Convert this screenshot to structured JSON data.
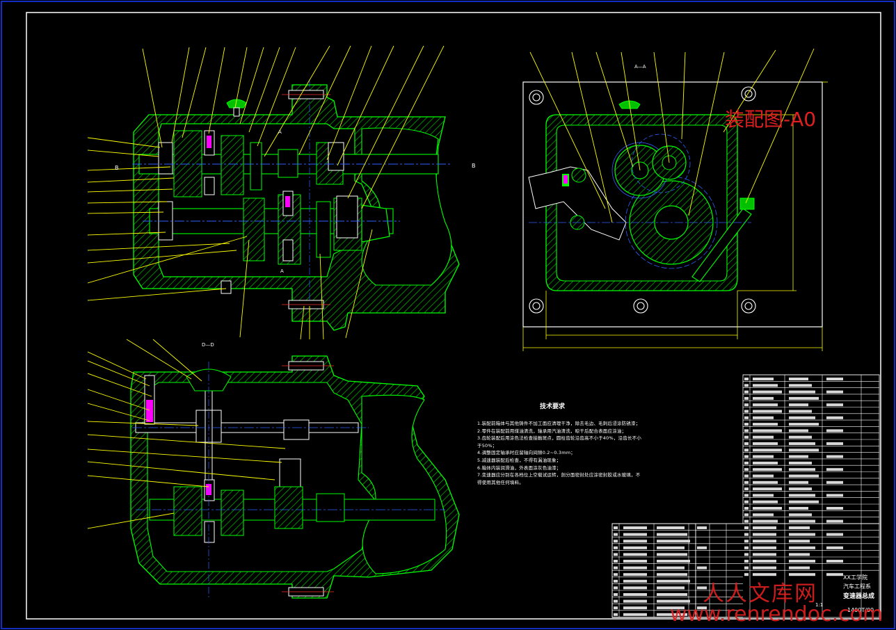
{
  "title_red": "装配图-A0",
  "watermark_cn": "人人文库网",
  "watermark_url": "www.renrendoc.com",
  "section_labels": {
    "aa": "A—A",
    "dd": "D—D"
  },
  "tech_requirements": {
    "title": "技术要求",
    "items": [
      "1.装配前箱体与其他铸件不加工面应清理干净，除去毛边、毛刺后浸涂防锈漆；",
      "2.零件在装配前用煤油清洗，轴承用汽油清洗，晾干后配合表面应涂油；",
      "3.齿轮装配后用涂色法检查接触斑点，圆柱齿轮沿齿高不小于40%，沿齿长不小于50%；",
      "4.调整固定轴承时应留轴向间隙0.2~0.3mm；",
      "5.减速器装配后检查，不得有漏油现象；",
      "6.箱体内装润滑油，外表面涂灰色油漆；",
      "7.变速器应分别在各档位上空载试运转，剖分面密封处应涂密封胶或水玻璃，不得使用其他任何填料。"
    ]
  },
  "title_block": {
    "org1": "XX工学院",
    "org2": "汽车工程系",
    "name": "变速器总成",
    "scale": "1:1",
    "drawing_no": "1400T/00"
  },
  "colors": {
    "outline": "#00ff00",
    "hatch": "#00c000",
    "center": "#3060ff",
    "leader": "#ffff00",
    "white": "#ffffff",
    "red": "#e02020",
    "magenta": "#ff00ff"
  }
}
